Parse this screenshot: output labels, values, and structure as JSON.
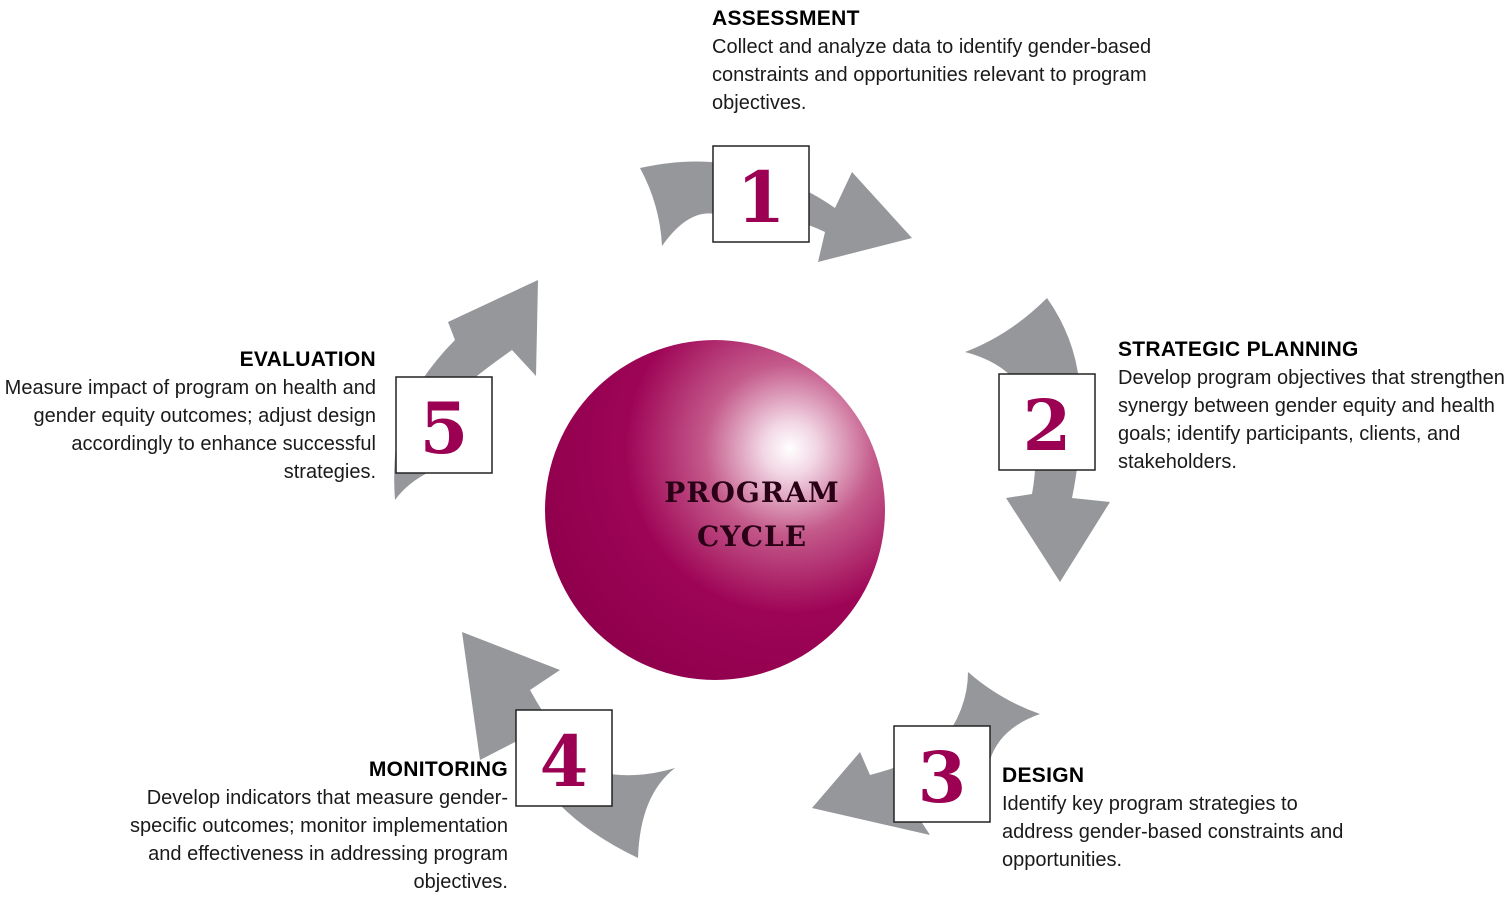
{
  "center": {
    "line1": "PROGRAM",
    "line2": "CYCLE"
  },
  "steps": [
    {
      "number": "1",
      "title": "ASSESSMENT",
      "description": "Collect and analyze data to identify gender-based constraints and opportunities relevant to program objectives."
    },
    {
      "number": "2",
      "title": "STRATEGIC PLANNING",
      "description": "Develop program objectives that strengthen synergy between gender equity and health goals; identify participants, clients, and stakeholders."
    },
    {
      "number": "3",
      "title": "DESIGN",
      "description": "Identify key program strategies to address gender-based constraints and opportunities."
    },
    {
      "number": "4",
      "title": "MONITORING",
      "description": "Develop indicators that measure gender-specific outcomes; monitor implementation and effectiveness in addressing program objectives."
    },
    {
      "number": "5",
      "title": "EVALUATION",
      "description": "Measure impact of program on health and gender equity outcomes; adjust design accordingly to enhance successful strategies."
    }
  ],
  "colors": {
    "sphere": "#9b0052",
    "sphere_highlight": "#ffffff",
    "arrow": "#96979b",
    "number": "#9b0052",
    "box_border": "#222222"
  },
  "icons": {
    "arrow": "curved-arrow-icon",
    "sphere": "sphere-icon"
  }
}
